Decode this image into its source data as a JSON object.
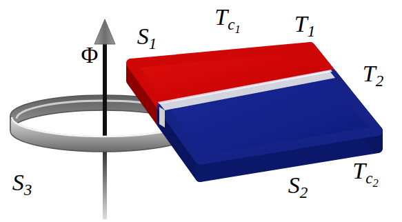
{
  "diagram": {
    "labels": [
      "Φ",
      "S1",
      "Tc1",
      "T1",
      "T2",
      "S2",
      "Tc2",
      "S3"
    ]
  }
}
